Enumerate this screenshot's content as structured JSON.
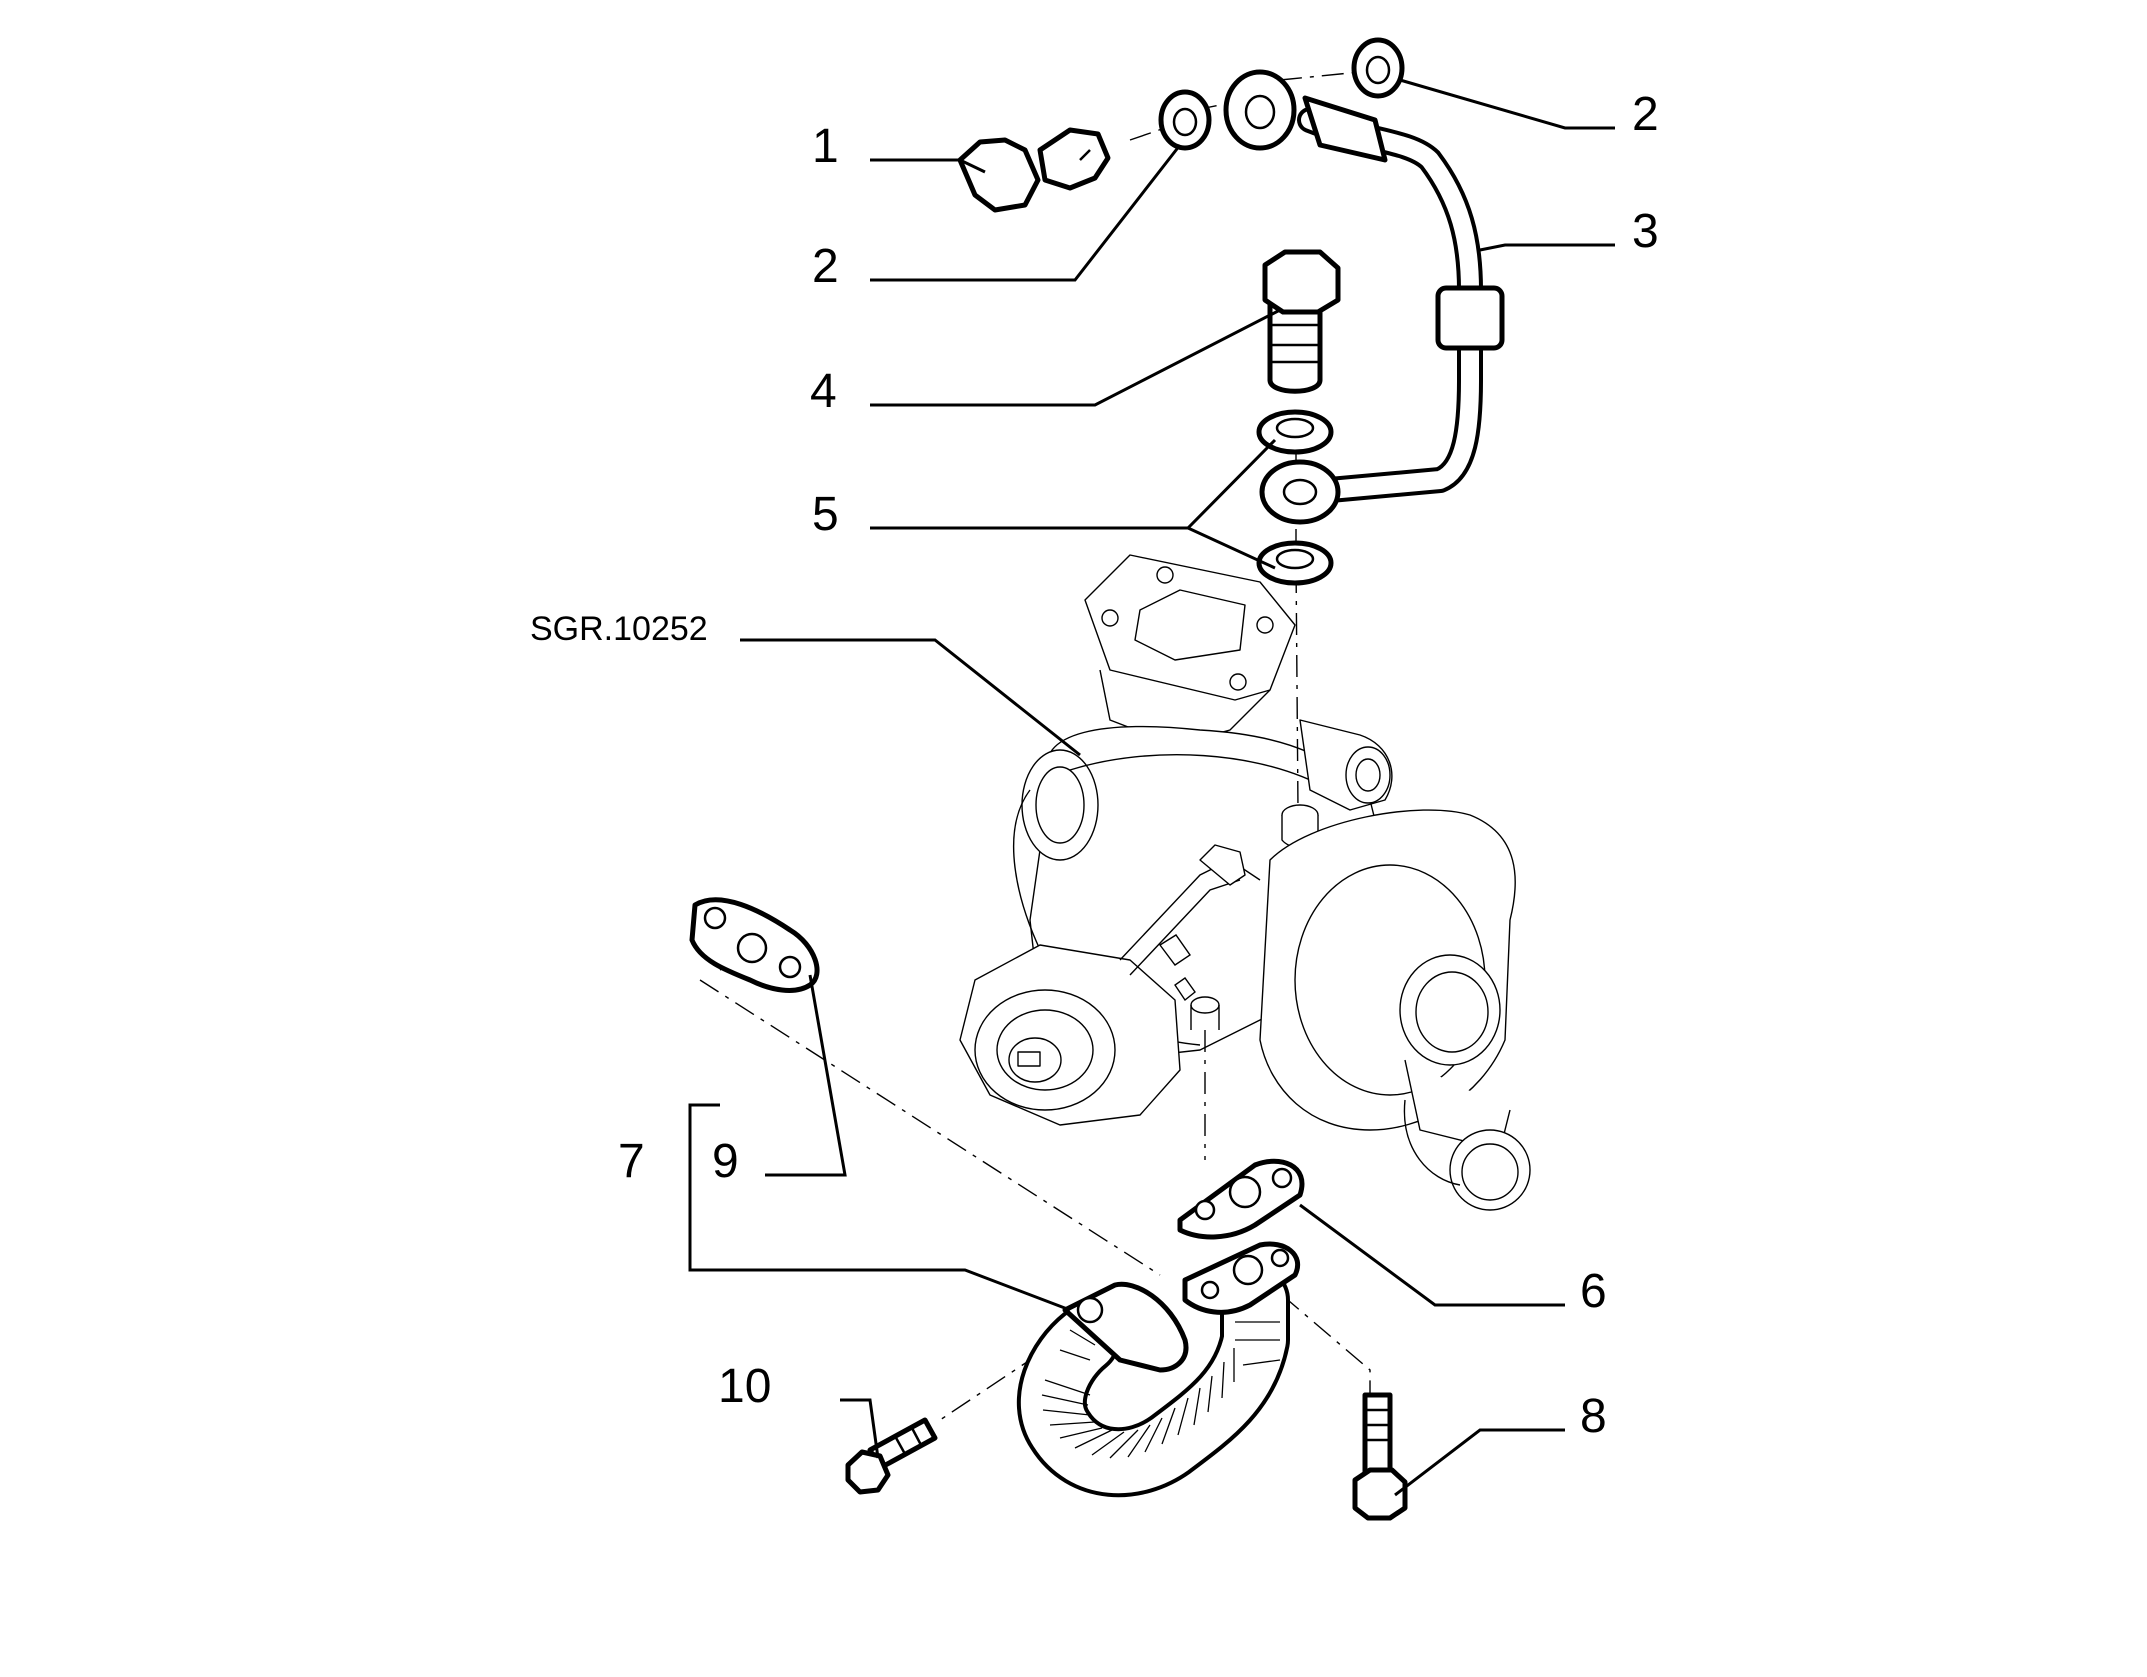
{
  "reference": "SGR.10252",
  "callouts": {
    "c1": "1",
    "c2a": "2",
    "c2b": "2",
    "c3": "3",
    "c4": "4",
    "c5": "5",
    "c6": "6",
    "c7": "7",
    "c8": "8",
    "c9": "9",
    "c10": "10"
  }
}
